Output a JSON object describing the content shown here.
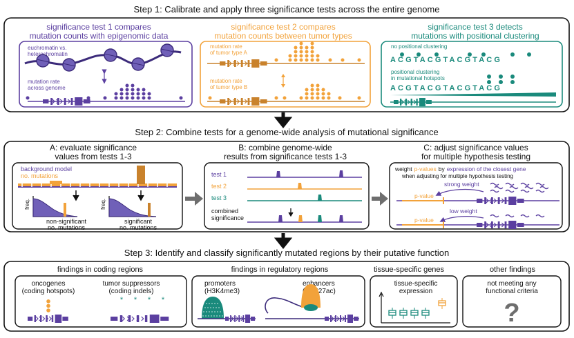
{
  "step1": {
    "title": "Step 1: Calibrate and apply three significance tests across the entire genome",
    "test1": {
      "heading_line1": "significance test 1 compares",
      "heading_line2": "mutation counts with epigenomic data",
      "label_chromatin_1": "euchromatin vs.",
      "label_chromatin_2": "heterochromatin",
      "label_rate_1": "mutation rate",
      "label_rate_2": "across genome"
    },
    "test2": {
      "heading_line1": "significance test 2 compares",
      "heading_line2": "mutation counts between tumor types",
      "label_a_1": "mutation rate",
      "label_a_2": "of tumor type A",
      "label_b_1": "mutation rate",
      "label_b_2": "of tumor type B"
    },
    "test3": {
      "heading_line1": "significance test 3 detects",
      "heading_line2": "mutations with positional clustering",
      "label_none": "no positional clustering",
      "sequence": "ACGTACGTACGTACG",
      "label_hot_1": "positional clustering",
      "label_hot_2": "in mutational hotspots"
    }
  },
  "step2": {
    "title": "Step 2: Combine tests for a genome-wide analysis of mutational significance",
    "panelA": {
      "heading_line1": "A: evaluate significance",
      "heading_line2": "values from tests 1-3",
      "legend_background": "background model",
      "legend_mutations": "no. mutations",
      "axis_freq": "freq.",
      "left_caption_1": "non-significant",
      "left_caption_2": "no. mutations",
      "right_caption_1": "significant",
      "right_caption_2": "no. mutations"
    },
    "panelB": {
      "heading_line1": "B: combine genome-wide",
      "heading_line2": "results from significance tests 1-3",
      "track1": "test 1",
      "track2": "test 2",
      "track3": "test 3",
      "combined_1": "combined",
      "combined_2": "significance"
    },
    "panelC": {
      "heading_line1": "C: adjust significance values",
      "heading_line2": "for multiple hypothesis testing",
      "desc_weight": "weight",
      "desc_pvalues": "p-values",
      "desc_by": "by",
      "desc_expression": "expression of the closest gene",
      "desc_line2": "when adjusting for multiple hypothesis testing",
      "strong_weight": "strong weight",
      "low_weight": "low weight",
      "pvalue": "p-value"
    }
  },
  "step3": {
    "title": "Step 3: Identify and classify significantly mutated regions by their putative function",
    "coding": {
      "heading": "findings in coding regions",
      "onco_1": "oncogenes",
      "onco_2": "(coding hotspots)",
      "supp_1": "tumor suppressors",
      "supp_2": "(coding indels)"
    },
    "regulatory": {
      "heading": "findings in regulatory regions",
      "prom_1": "promoters",
      "prom_2": "(H3K4me3)",
      "enh_1": "enhancers",
      "enh_2": "(H3K27ac)"
    },
    "tissue": {
      "heading": "tissue-specific genes",
      "sub_1": "tissue-specific",
      "sub_2": "expression"
    },
    "other": {
      "heading": "other findings",
      "sub_1": "not meeting any",
      "sub_2": "functional criteria",
      "glyph": "?"
    }
  },
  "colors": {
    "purple": "#5B3FA0",
    "orange": "#F2A23A",
    "teal": "#1A8A7C",
    "grey": "#6E6E6E",
    "brown": "#C9822C"
  }
}
